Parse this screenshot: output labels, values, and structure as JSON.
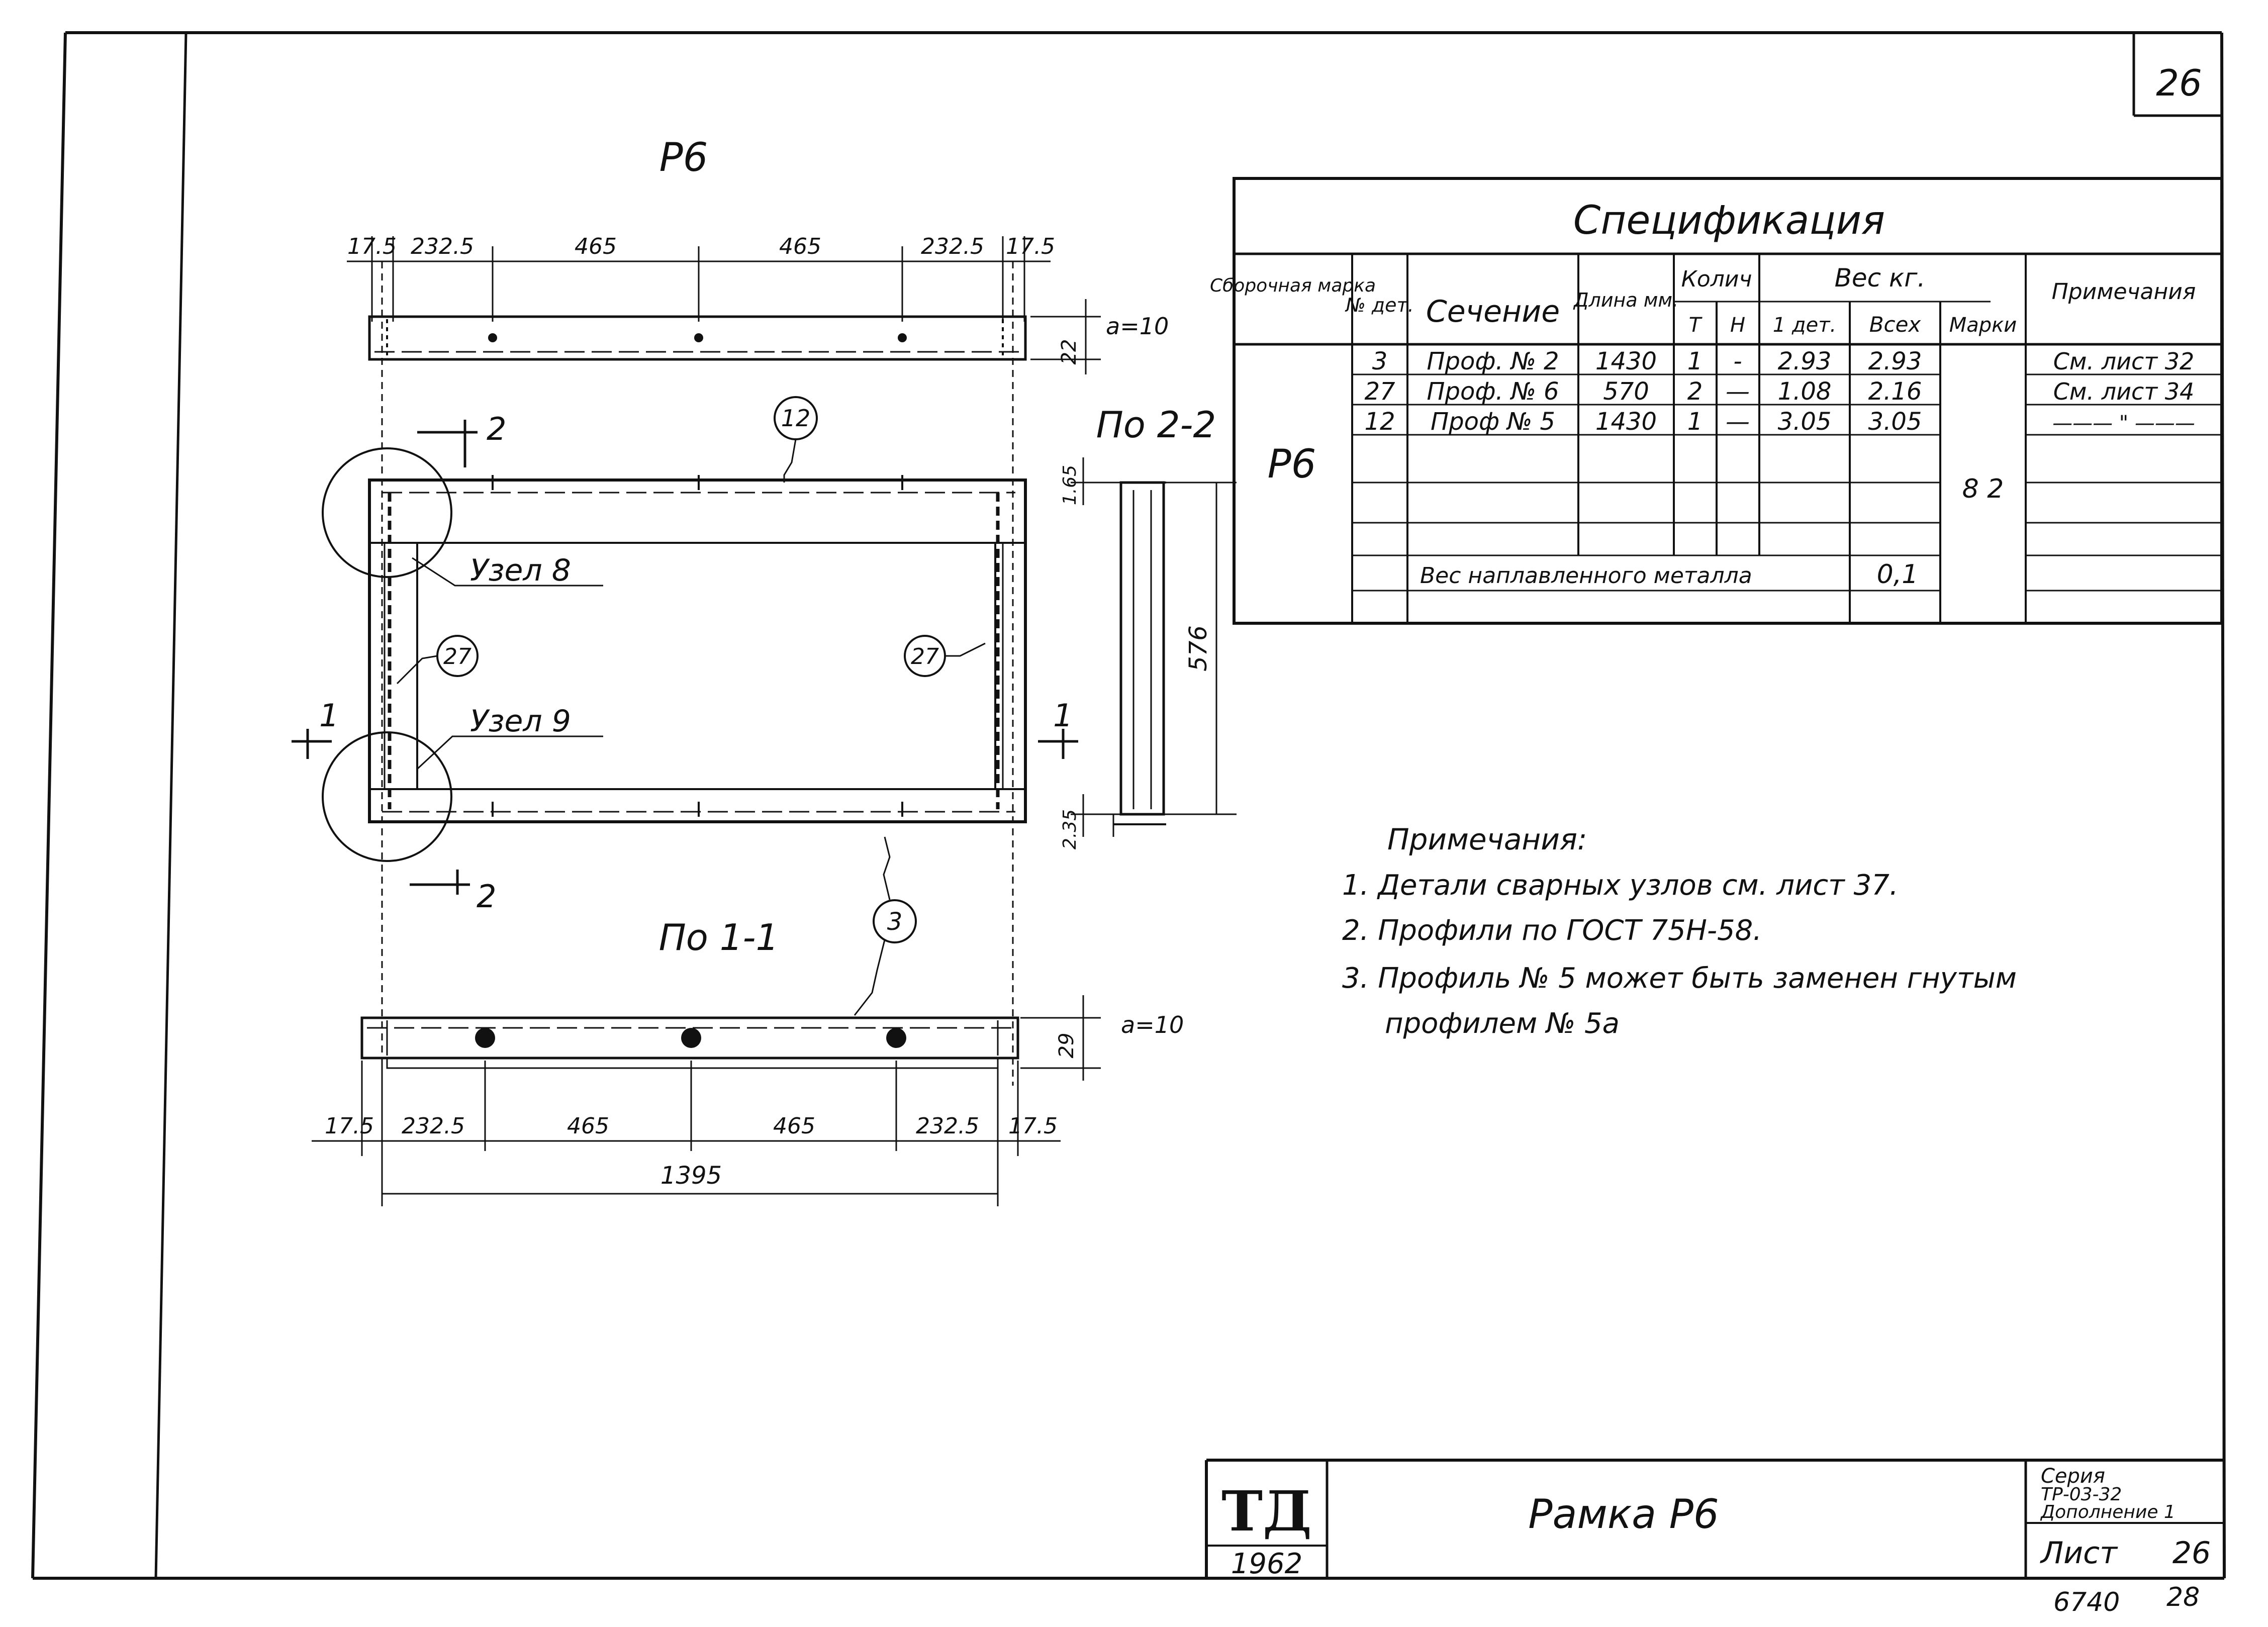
{
  "sheet": {
    "page_badge": "26",
    "title": "Рамка Р6",
    "org_logo": "ТД",
    "year": "1962",
    "series_label": "Серия",
    "series_code": "ТР-03-32",
    "series_supplement": "Дополнение 1",
    "sheet_label": "Лист",
    "sheet_number": "26",
    "archive_code": "6740",
    "archive_page": "28"
  },
  "drawing": {
    "mark_title": "Р6",
    "top_dims": [
      "17.5",
      "232.5",
      "465",
      "465",
      "232.5",
      "17.5"
    ],
    "bottom_dims": [
      "17.5",
      "232.5",
      "465",
      "465",
      "232.5",
      "17.5"
    ],
    "overall_width": "1395",
    "weld_size": "a=10",
    "top_height": "22",
    "bottom_height": "29",
    "section_22_title": "По 2-2",
    "section_11_title": "По 1-1",
    "frame_height": "576",
    "top_offset": "1.65",
    "bottom_offset": "2.35",
    "cut_marker_1": "1",
    "cut_marker_2": "2",
    "node_8": "Узел 8",
    "node_9": "Узел 9",
    "callout_12": "12",
    "callout_27": "27",
    "callout_3": "3"
  },
  "spec": {
    "title": "Спецификация",
    "headers": {
      "assembly_mark": "Сборочная марка",
      "detail_no": "№ дет.",
      "section": "Сечение",
      "length": "Длина мм.",
      "qty": "Колич",
      "qty_t": "Т",
      "qty_n": "Н",
      "weight": "Вес кг.",
      "weight_one": "1 дет.",
      "weight_all": "Всех",
      "weight_mark": "Марки",
      "notes": "Примечания"
    },
    "assembly_value": "Р6",
    "mark_weight": "8 2",
    "rows": [
      {
        "no": "3",
        "section": "Проф. № 2",
        "length": "1430",
        "t": "1",
        "n": "-",
        "w1": "2.93",
        "wall": "2.93",
        "note": "См. лист 32"
      },
      {
        "no": "27",
        "section": "Проф. № 6",
        "length": "570",
        "t": "2",
        "n": "—",
        "w1": "1.08",
        "wall": "2.16",
        "note": "См. лист 34"
      },
      {
        "no": "12",
        "section": "Проф № 5",
        "length": "1430",
        "t": "1",
        "n": "—",
        "w1": "3.05",
        "wall": "3.05",
        "note": "——— \" ———"
      }
    ],
    "weld_metal_label": "Вес наплавленного металла",
    "weld_metal_value": "0,1"
  },
  "notes": {
    "title": "Примечания:",
    "items": [
      "1. Детали сварных узлов см. лист 37.",
      "2. Профили по ГОСТ 75Н-58.",
      "3. Профиль № 5 может быть заменен гнутым",
      "профилем № 5а"
    ]
  }
}
